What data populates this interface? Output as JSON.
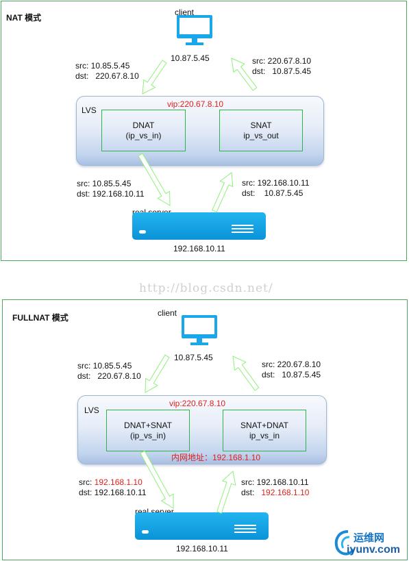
{
  "nat": {
    "title": "NAT 模式",
    "client_label": "client",
    "client_ip": "10.87.5.45",
    "req_src": "src: 10.85.5.45",
    "req_dst": "dst:   220.67.8.10",
    "resp_src": "src: 220.67.8.10",
    "resp_dst": "dst:   10.87.5.45",
    "lvs_label": "LVS",
    "vip": "vip:220.67.8.10",
    "dnat_line1": "DNAT",
    "dnat_line2": "(ip_vs_in)",
    "snat_line1": "SNAT",
    "snat_line2": "ip_vs_out",
    "fwd_src": "src: 10.85.5.45",
    "fwd_dst": "dst: 192.168.10.11",
    "back_src": "src: 192.168.10.11",
    "back_dst": "dst:    10.87.5.45",
    "rs_label": "real server",
    "rs_ip": "192.168.10.11"
  },
  "watermark": "http://blog.csdn.net/",
  "fullnat": {
    "title": "FULLNAT 模式",
    "client_label": "client",
    "client_ip": "10.87.5.45",
    "req_src": "src: 10.85.5.45",
    "req_dst": "dst:   220.67.8.10",
    "resp_src": "src: 220.67.8.10",
    "resp_dst": "dst:   10.87.5.45",
    "lvs_label": "LVS",
    "vip": "vip:220.67.8.10",
    "dnat_line1": "DNAT+SNAT",
    "dnat_line2": "(ip_vs_in)",
    "snat_line1": "SNAT+DNAT",
    "snat_line2": "ip_vs_in",
    "inner_addr": "内网地址：192.168.1.10",
    "fwd_src_prefix": "src: ",
    "fwd_src_value": "192.168.1.10",
    "fwd_dst": "dst: 192.168.10.11",
    "back_src": "src: 192.168.10.11",
    "back_dst_prefix": "dst:   ",
    "back_dst_value": "192.168.1.10",
    "rs_label": "real server",
    "rs_ip": "192.168.10.11"
  },
  "logo": {
    "name": "运维网",
    "url": "iyunv.com"
  },
  "colors": {
    "panel_border": "#49a85a",
    "arrow": "#8ff07a",
    "highlight": "#e0201b",
    "device": "#1aa7ea"
  }
}
